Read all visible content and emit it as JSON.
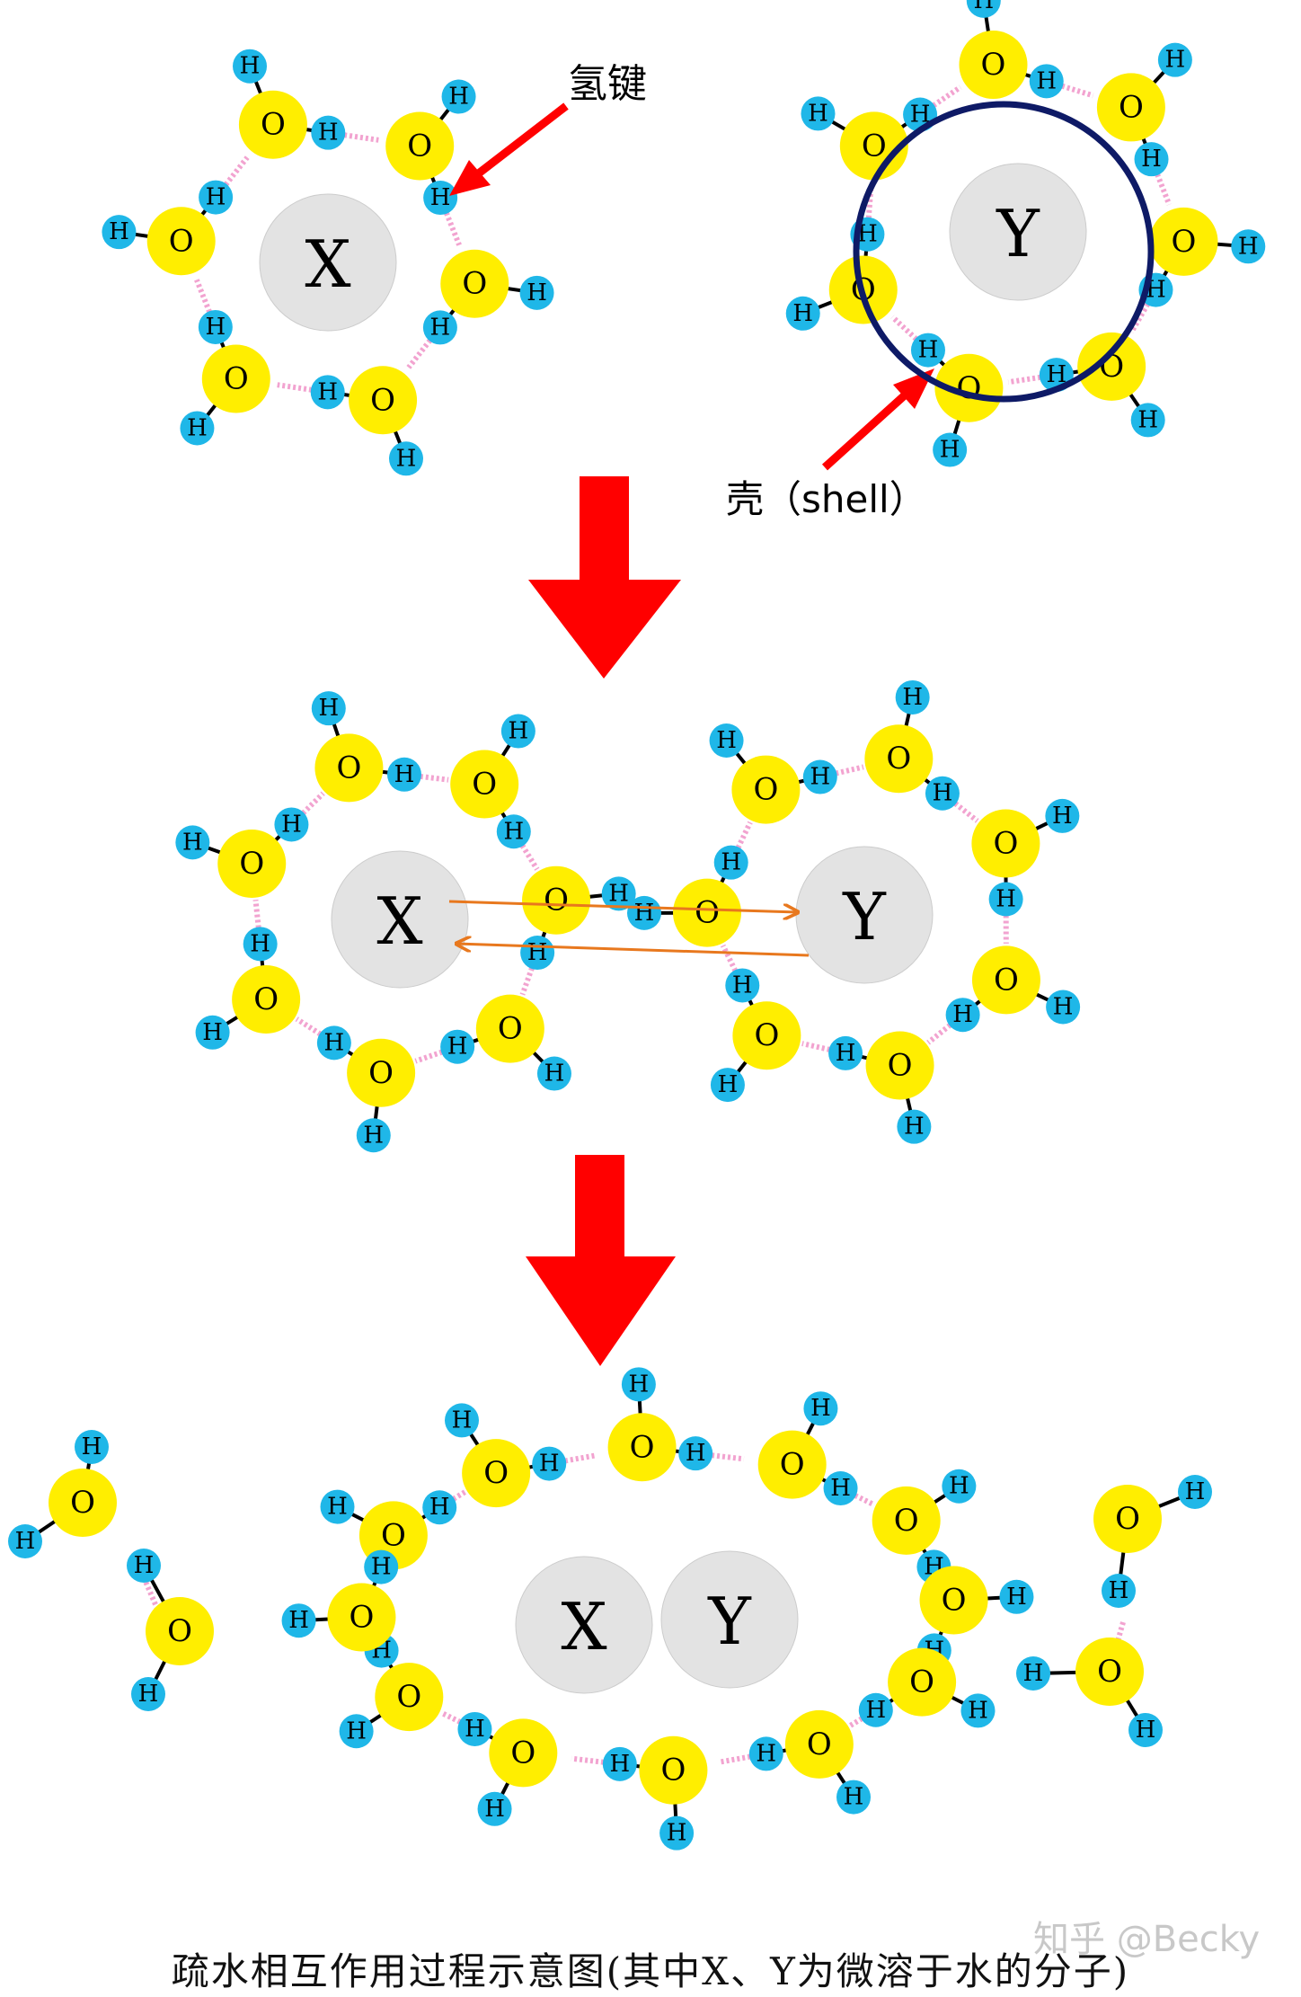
{
  "labels": {
    "hbond": "氢键",
    "shell": "壳（shell）",
    "x": "X",
    "y": "Y",
    "oxygen": "O",
    "hydrogen": "H"
  },
  "caption": "疏水相互作用过程示意图(其中X、Y为微溶于水的分子)",
  "watermark": "知乎 @Becky",
  "colors": {
    "oxygen": "#ffee00",
    "hydrogen": "#1fb7e8",
    "solute_fill": "#e3e3e3",
    "solute_label": "#e00000",
    "hbond": "#f2a3d0",
    "arrow": "#ff0000",
    "shell_ring": "#0e1a66",
    "interaction_arrow": "#e8781e"
  }
}
